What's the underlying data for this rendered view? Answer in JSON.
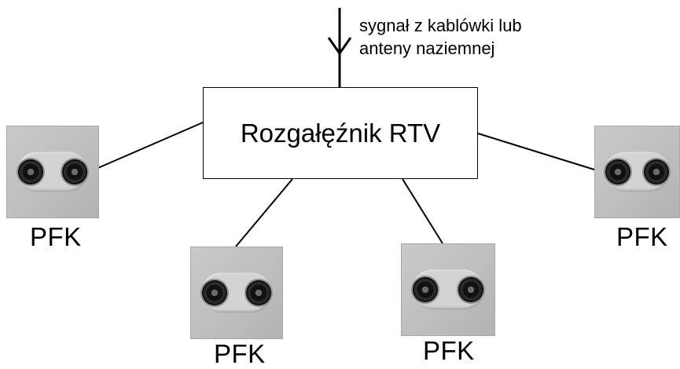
{
  "signal_note": {
    "line1": "sygnał z kablówki lub",
    "line2": "anteny naziemnej"
  },
  "splitter": {
    "label": "Rozgałęźnik RTV"
  },
  "outlets": [
    {
      "label": "PFK"
    },
    {
      "label": "PFK"
    },
    {
      "label": "PFK"
    },
    {
      "label": "PFK"
    }
  ]
}
